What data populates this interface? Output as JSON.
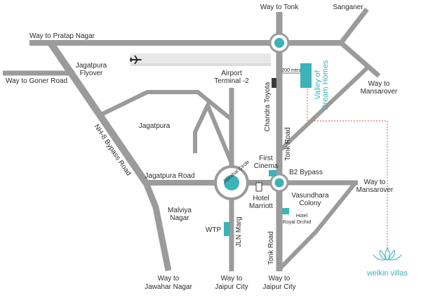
{
  "labels": {
    "way_to_tonk": "Way to Tonk",
    "sanganer": "Sanganer",
    "way_to_pratap_nagar": "Way to Pratap Nagar",
    "jagatpura_flyover_1": "Jagatpura",
    "jagatpura_flyover_2": "Flyover",
    "way_to_goner_road": "Way to Goner Road",
    "airport_terminal_1": "Airport",
    "airport_terminal_2": "Terminal -2",
    "way_to_mansarover_top_1": "Way to",
    "way_to_mansarover_top_2": "Mansarover",
    "chandra_toyota": "Chandra Toyota",
    "distance_200": "200 mtrs",
    "valley_1": "Valley of",
    "valley_2": "Dream Homes",
    "jagatpura": "Jagatpura",
    "nh8_bypass": "NH-8 Bypass Road",
    "tonk_road_upper": "Tonk Road",
    "first_cinema_1": "First",
    "first_cinema_2": "Cinema",
    "b2_bypass": "B2 Bypass",
    "way_to_mansarover_mid_1": "Way to",
    "way_to_mansarover_mid_2": "Mansarover",
    "jagatpura_road": "Jagatpura Road",
    "jawahar_circle": "Jawahar Circle",
    "hotel_marriott_1": "Hotel",
    "hotel_marriott_2": "Marriott",
    "vasundhara_1": "Vasundhara",
    "vasundhara_2": "Colony",
    "malviya_1": "Malviya",
    "malviya_2": "Nagar",
    "hotel_royal_1": "Hotel",
    "hotel_royal_2": "Royal Orchid",
    "wtp": "WTP",
    "jln_marg": "JLN Marg",
    "tonk_road_lower": "Tonk Road",
    "way_to_jawahar_nagar_1": "Way to",
    "way_to_jawahar_nagar_2": "Jawahar Nagar",
    "way_to_jaipur_city_a_1": "Way to",
    "way_to_jaipur_city_a_2": "Jaipur City",
    "way_to_jaipur_city_b_1": "Way to",
    "way_to_jaipur_city_b_2": "Jaipur City",
    "welkin_villas": "welkin villas"
  },
  "icons": {
    "airplane": "airplane-icon",
    "logo": "welkin-villas-lotus-logo"
  },
  "colors": {
    "road": "#9b9b9b",
    "accent": "#3bb3b8",
    "route_dashed": "#e0474c",
    "text": "#2b2b2b",
    "building_dark": "#3a3a3a"
  }
}
